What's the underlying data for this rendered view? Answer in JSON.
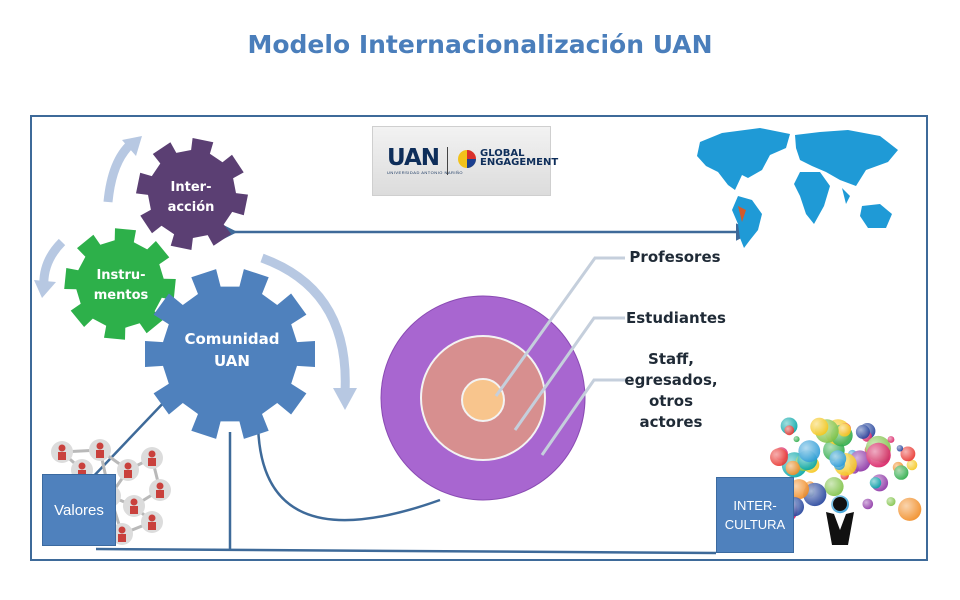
{
  "title": "Modelo Internacionalización UAN",
  "gears": {
    "interaccion": "Inter-\nacción",
    "instrumentos": "Instru-\nmentos",
    "comunidad": "Comunidad\nUAN"
  },
  "rings": {
    "profesores": "Profesores",
    "estudiantes": "Estudiantes",
    "staff": "Staff,\negresados,\notros\nactores"
  },
  "boxes": {
    "valores": "Valores",
    "intercultura": "INTER-\nCULTURA"
  },
  "logo": {
    "uan": "UAN",
    "uan_sub": "UNIVERSIDAD ANTONIO NARIÑO",
    "global": "GLOBAL\nENGAGEMENT"
  },
  "colors": {
    "title": "#4a7ebb",
    "interaccion_gear": "#5b3f73",
    "instrumentos_gear": "#2db04a",
    "comunidad_gear": "#4f81bd",
    "outer_ring": "#a866d0",
    "middle_ring": "#d78f8f",
    "inner_ring": "#f8c58d",
    "map": "#1f9ad6",
    "box": "#4f81bd"
  },
  "icons": [
    "world-map-icon",
    "network-people-icon",
    "colorful-bubbles-icon",
    "cycle-arrow-icon"
  ]
}
